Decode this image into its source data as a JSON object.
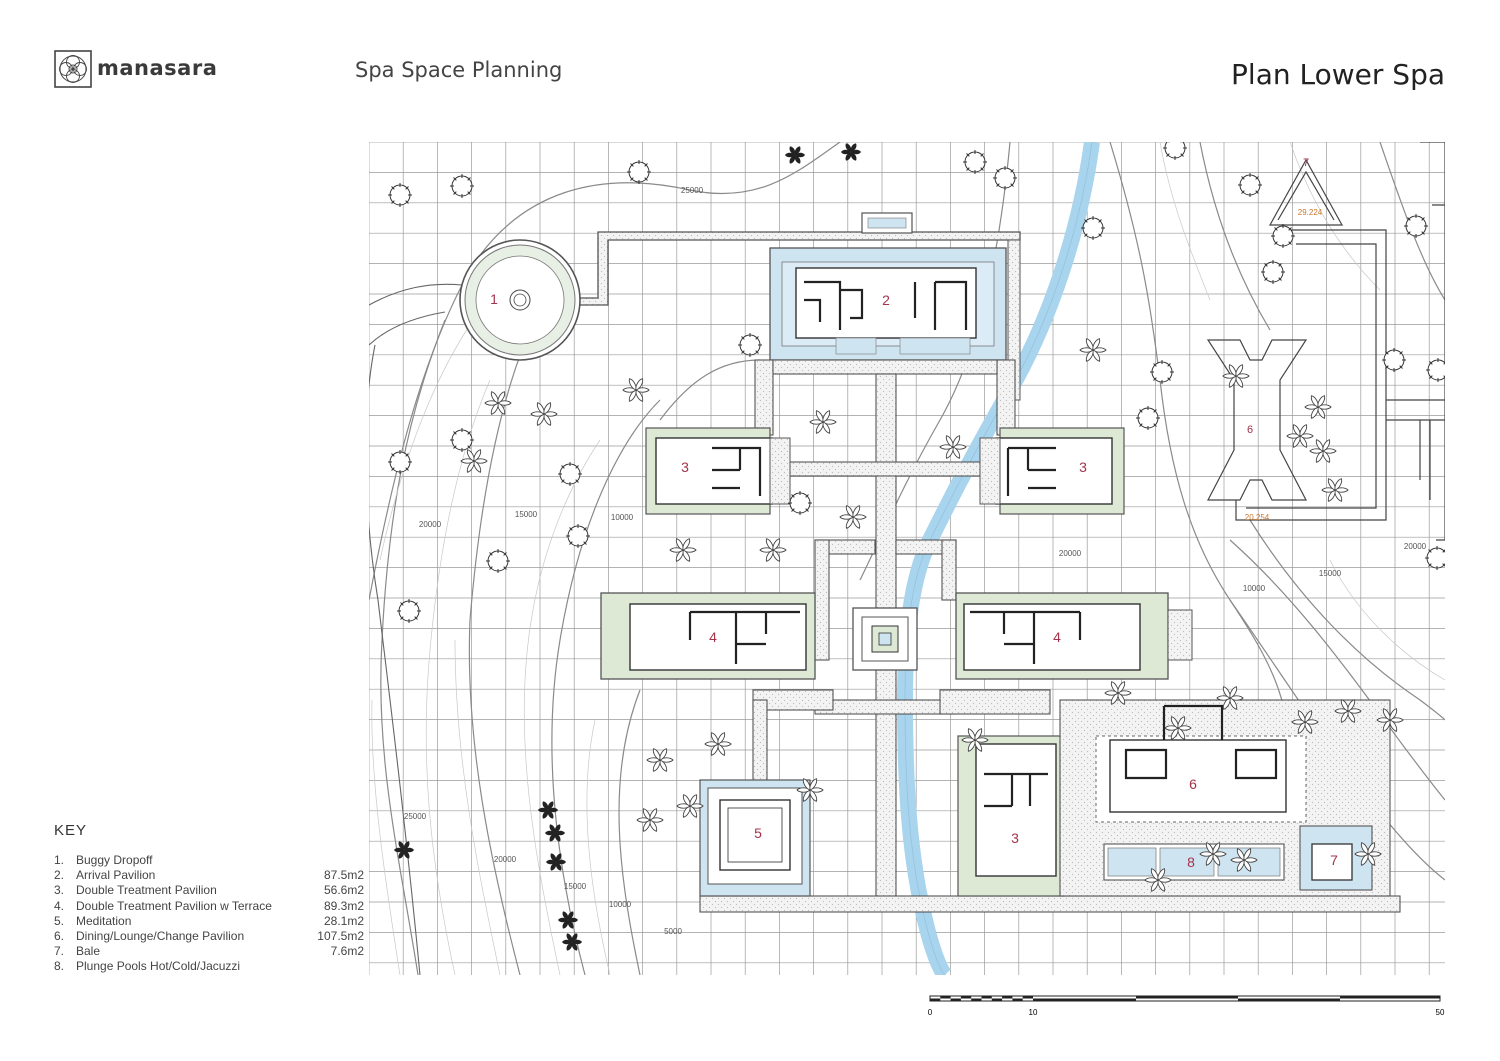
{
  "brand": {
    "name": "manasara",
    "logo_icon": "geometric-flower-logo"
  },
  "header": {
    "document_title": "Spa Space Planning",
    "plan_title": "Plan Lower Spa"
  },
  "colors": {
    "water": "#a9d4ee",
    "pool": "#cfe4f1",
    "terrace": "#dde8d5",
    "label": "#a3344a",
    "line": "#555555"
  },
  "key": {
    "title": "KEY",
    "items": [
      {
        "num": "1.",
        "label": "Buggy Dropoff",
        "area": ""
      },
      {
        "num": "2.",
        "label": "Arrival Pavilion",
        "area": "87.5m2"
      },
      {
        "num": "3.",
        "label": "Double Treatment Pavilion",
        "area": "56.6m2"
      },
      {
        "num": "4.",
        "label": "Double Treatment Pavilion w Terrace",
        "area": "89.3m2"
      },
      {
        "num": "5.",
        "label": "Meditation",
        "area": "28.1m2"
      },
      {
        "num": "6.",
        "label": "Dining/Lounge/Change Pavilion",
        "area": "107.5m2"
      },
      {
        "num": "7.",
        "label": "Bale",
        "area": "7.6m2"
      },
      {
        "num": "8.",
        "label": "Plunge Pools Hot/Cold/Jacuzzi",
        "area": ""
      }
    ]
  },
  "rooms": {
    "r1": "1",
    "r2": "2",
    "r3a": "3",
    "r3b": "3",
    "r3c": "3",
    "r4a": "4",
    "r4b": "4",
    "r5": "5",
    "r6a": "6",
    "r6b": "6",
    "r7a": "7",
    "r7b": "7",
    "r8": "8"
  },
  "contours": {
    "c1": "25000",
    "c2": "20000",
    "c3": "15000",
    "c4": "10000",
    "c5": "20000",
    "c6": "15000",
    "c7": "10000",
    "c8": "25000",
    "c9": "20000",
    "c10": "15000",
    "c11": "10000",
    "c12": "5000",
    "c13": "20000"
  },
  "levels": {
    "l1": "29.224",
    "l2": "20.254"
  },
  "scale": {
    "labels": [
      "0",
      "10",
      "50"
    ]
  }
}
